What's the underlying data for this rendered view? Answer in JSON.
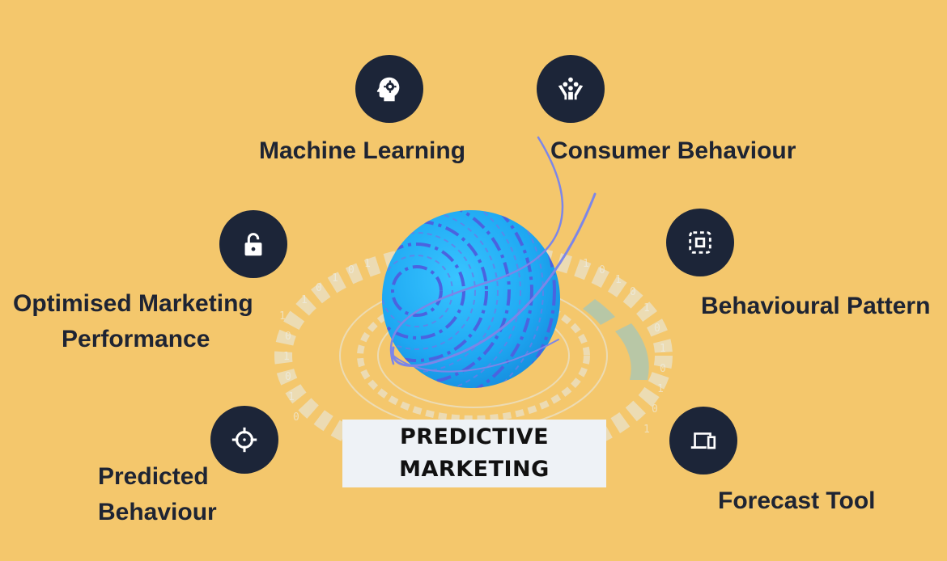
{
  "title": {
    "line1": "PREDICTIVE",
    "line2": "MARKETING"
  },
  "nodes": [
    {
      "id": "machine-learning",
      "label": "Machine Learning",
      "icon": "head-gear-icon"
    },
    {
      "id": "consumer-behaviour",
      "label": "Consumer Behaviour",
      "icon": "people-hands-icon"
    },
    {
      "id": "optimised-marketing-performance",
      "label_line1": "Optimised Marketing",
      "label_line2": "Performance",
      "icon": "unlock-icon"
    },
    {
      "id": "behavioural-pattern",
      "label": "Behavioural Pattern",
      "icon": "dashed-select-icon"
    },
    {
      "id": "predicted-behaviour",
      "label_line1": "Predicted",
      "label_line2": "Behaviour",
      "icon": "crosshair-target-icon"
    },
    {
      "id": "forecast-tool",
      "label": "Forecast Tool",
      "icon": "laptop-phone-icon"
    }
  ],
  "colors": {
    "background": "#f4c76c",
    "icon_circle": "#1c2538",
    "label_text": "#1e2433",
    "globe": "#1fb0f5",
    "globe_bands": "#4a63e0",
    "title_box": "#eef2f6"
  }
}
